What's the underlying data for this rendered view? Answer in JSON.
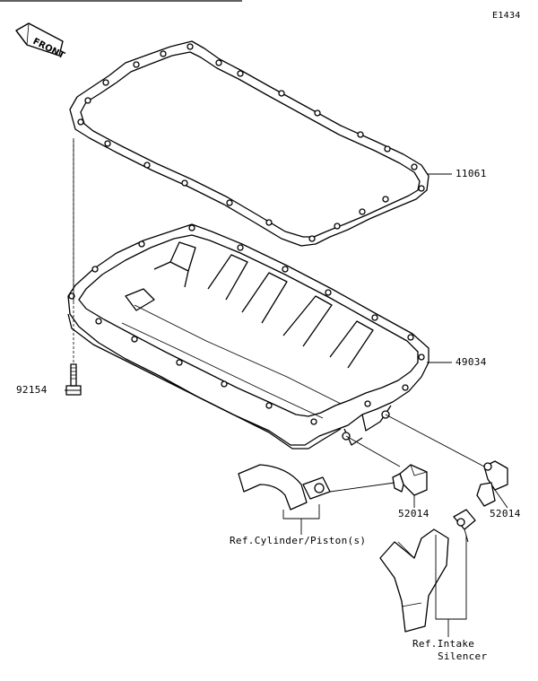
{
  "diagram_code": "E1434",
  "front_label": "FRONT",
  "parts": [
    {
      "number": "11061"
    },
    {
      "number": "49034"
    },
    {
      "number": "92154"
    },
    {
      "number": "52014"
    },
    {
      "number": "52014"
    }
  ],
  "refs": {
    "cylinder": "Ref.Cylinder/Piston(s)",
    "intake_line1": "Ref.Intake",
    "intake_line2": "Silencer"
  }
}
